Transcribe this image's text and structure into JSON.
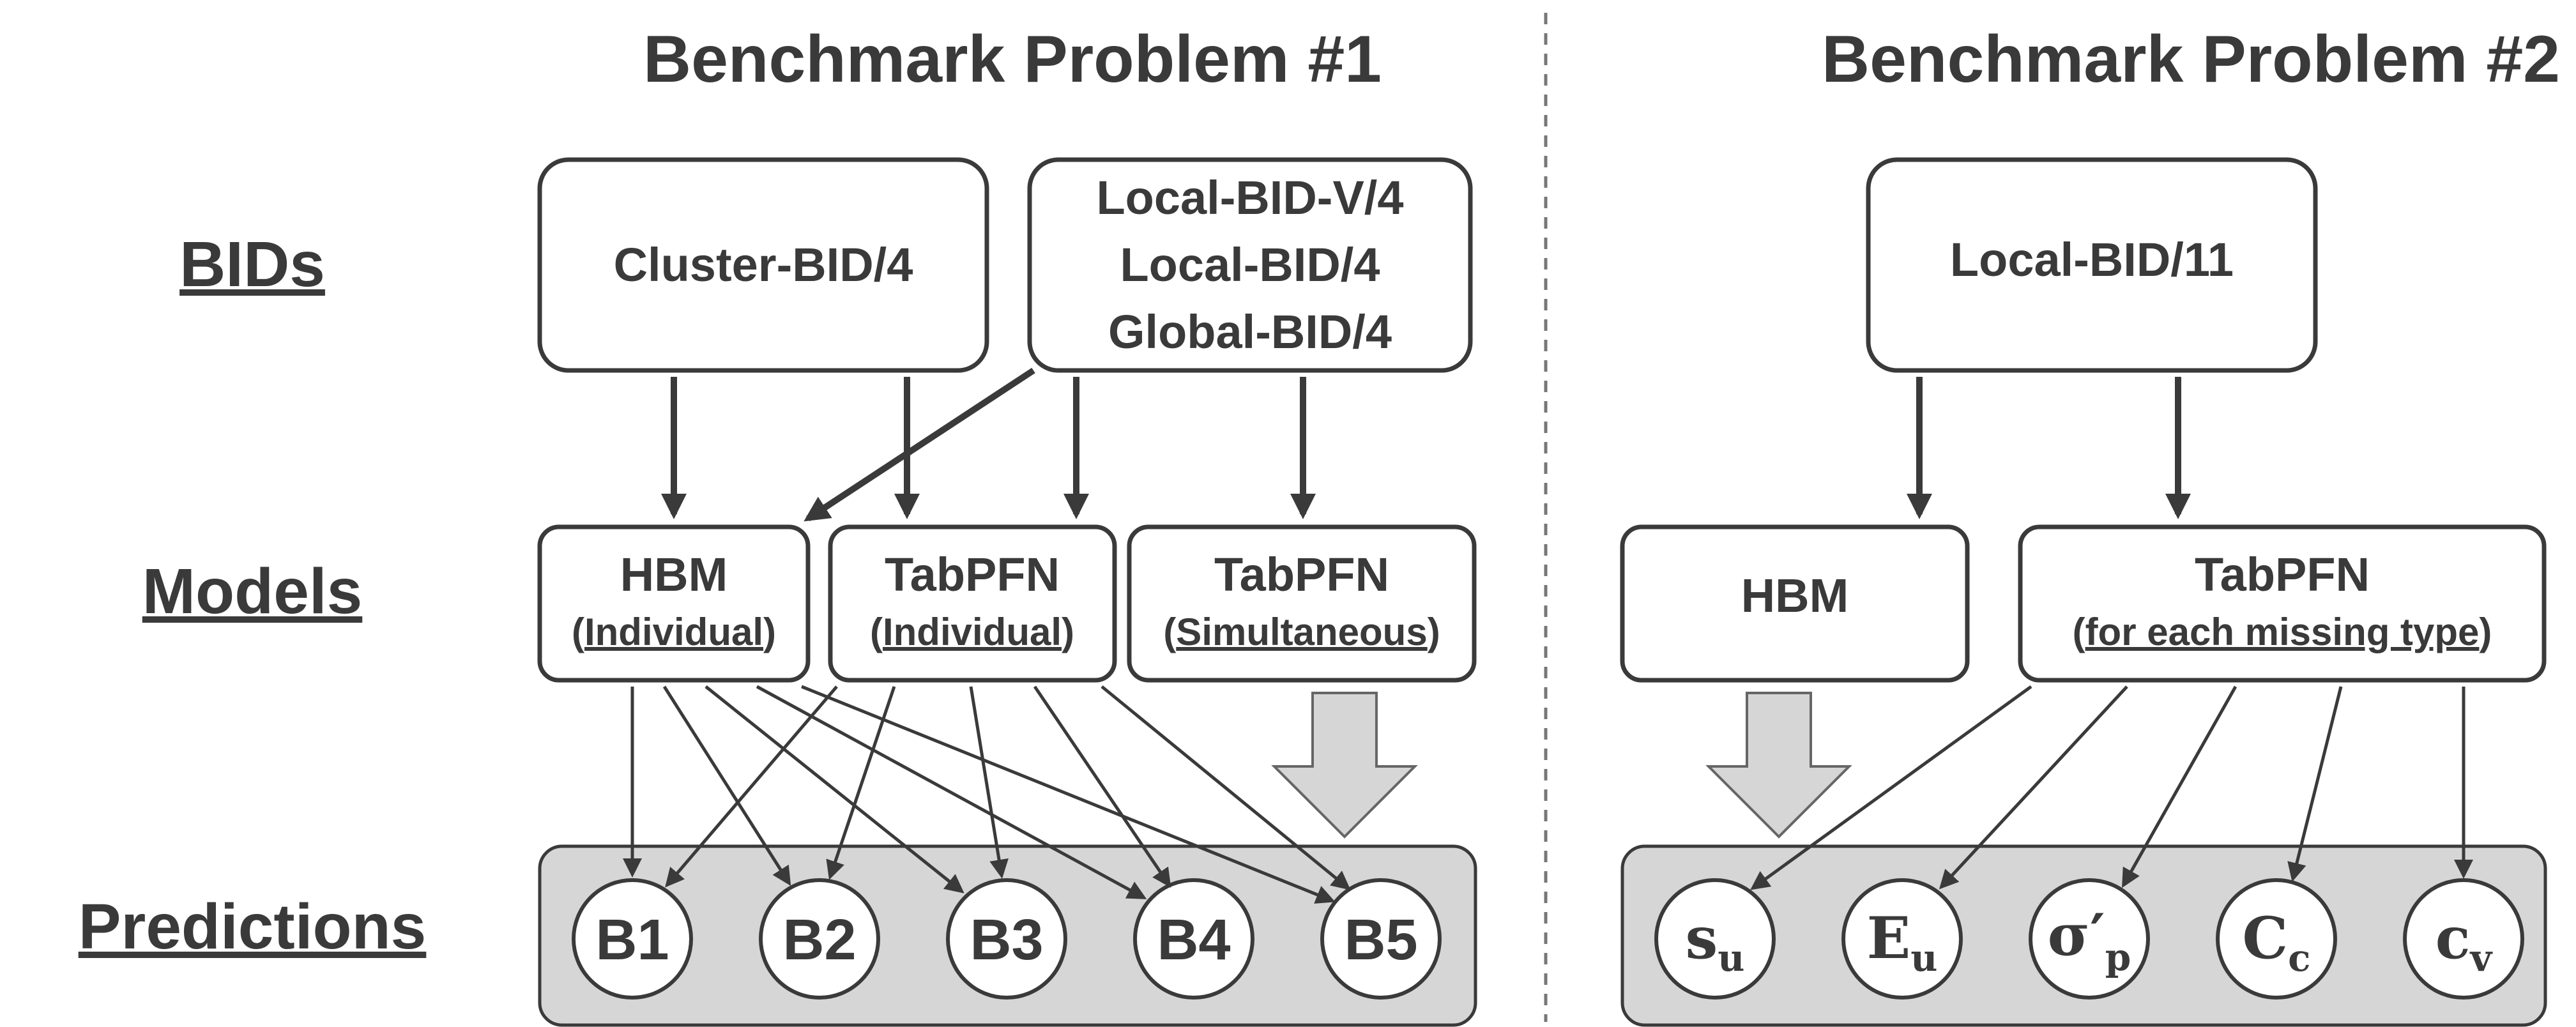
{
  "titles": {
    "problem1": "Benchmark Problem #1",
    "problem2": "Benchmark Problem #2"
  },
  "row_labels": {
    "bids": "BIDs",
    "models": "Models",
    "predictions": "Predictions"
  },
  "problem1": {
    "bids": {
      "cluster": "Cluster-BID/4",
      "group": [
        "Local-BID-V/4",
        "Local-BID/4",
        "Global-BID/4"
      ]
    },
    "models": {
      "hbm": {
        "name": "HBM",
        "mode": "Individual"
      },
      "tabpfn_ind": {
        "name": "TabPFN",
        "mode": "Individual"
      },
      "tabpfn_sim": {
        "name": "TabPFN",
        "mode": "Simultaneous"
      }
    },
    "predictions": [
      "B1",
      "B2",
      "B3",
      "B4",
      "B5"
    ]
  },
  "problem2": {
    "bids": {
      "local": "Local-BID/11"
    },
    "models": {
      "hbm": {
        "name": "HBM"
      },
      "tabpfn": {
        "name": "TabPFN",
        "mode": "for each missing type"
      }
    },
    "predictions": [
      {
        "base": "s",
        "sub": "u"
      },
      {
        "base": "E",
        "sub": "u"
      },
      {
        "base": "σ′",
        "sub": "p"
      },
      {
        "base": "C",
        "sub": "c"
      },
      {
        "base": "c",
        "sub": "v"
      }
    ]
  }
}
